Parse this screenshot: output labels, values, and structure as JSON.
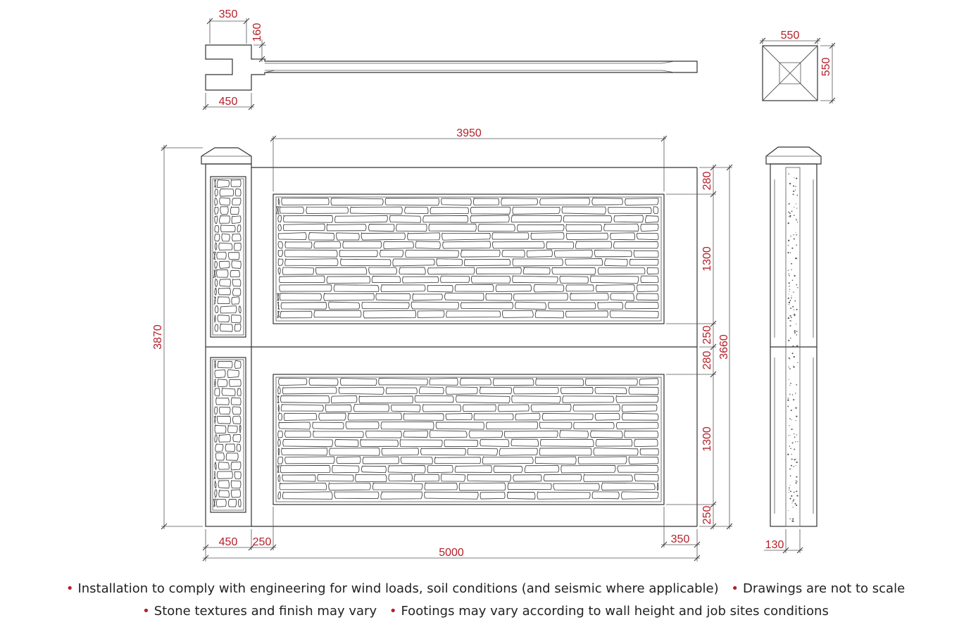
{
  "dimensions": {
    "cap_top_width": "350",
    "cap_tab_height": "160",
    "cap_bottom_width": "450",
    "cap_plan_width": "550",
    "cap_plan_depth": "550",
    "panel_width": "3950",
    "overall_height": "3870",
    "top_gap_upper": "280",
    "panel_height_upper": "1300",
    "bottom_gap_upper": "250",
    "total_height": "3660",
    "top_gap_lower": "280",
    "panel_height_lower": "1300",
    "bottom_gap_lower": "250",
    "post_width": "450",
    "post_gap_left": "250",
    "post_gap_right": "350",
    "overall_length": "5000",
    "post_core_width": "130"
  },
  "notes": {
    "line1": [
      "Installation to comply with engineering for wind loads, soil conditions (and seismic where applicable)",
      "Drawings are not to scale"
    ],
    "line2": [
      "Stone textures and finish may vary",
      "Footings may vary according to wall height and job sites conditions"
    ]
  },
  "colors": {
    "dimension_text": "#b5202a",
    "bullet": "#b5202a",
    "linework": "#333333"
  }
}
